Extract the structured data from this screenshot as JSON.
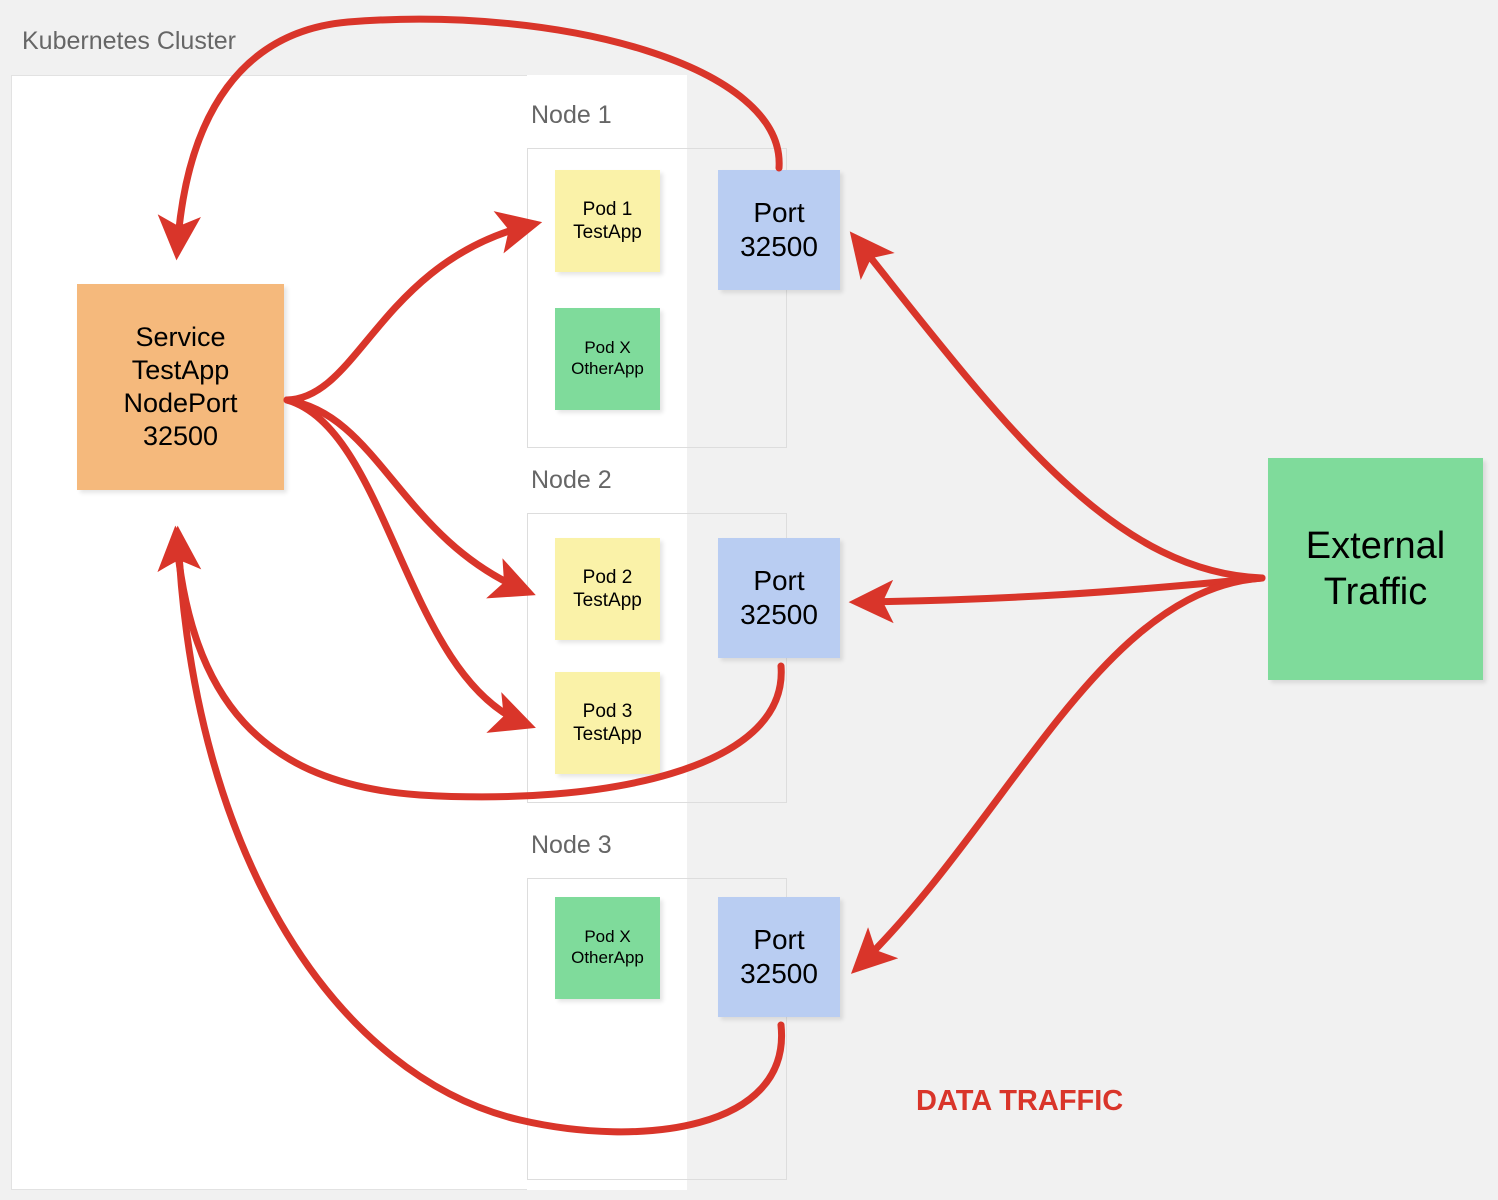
{
  "diagram": {
    "title": "Kubernetes Cluster",
    "accent_color": "#d9352a",
    "legend_label": "DATA TRAFFIC",
    "colors": {
      "service": "#f5b97c",
      "pod_app": "#faf2a8",
      "pod_other": "#7fdb9b",
      "port": "#b9cdf2",
      "external": "#7fdb9b",
      "arrow": "#d9352a",
      "background": "#f1f1f1",
      "cluster_fill": "#ffffff",
      "label_text": "#666666"
    }
  },
  "service": {
    "name": "service-box",
    "lines": [
      "Service",
      "TestApp",
      "NodePort",
      "32500"
    ]
  },
  "nodes": [
    {
      "label": "Node 1",
      "pods": [
        {
          "lines": [
            "Pod 1",
            "TestApp"
          ],
          "kind": "app"
        },
        {
          "lines": [
            "Pod X",
            "OtherApp"
          ],
          "kind": "other"
        }
      ],
      "port": {
        "lines": [
          "Port",
          "32500"
        ]
      }
    },
    {
      "label": "Node 2",
      "pods": [
        {
          "lines": [
            "Pod 2",
            "TestApp"
          ],
          "kind": "app"
        },
        {
          "lines": [
            "Pod 3",
            "TestApp"
          ],
          "kind": "app"
        }
      ],
      "port": {
        "lines": [
          "Port",
          "32500"
        ]
      }
    },
    {
      "label": "Node 3",
      "pods": [
        {
          "lines": [
            "Pod X",
            "OtherApp"
          ],
          "kind": "other"
        }
      ],
      "port": {
        "lines": [
          "Port",
          "32500"
        ]
      }
    }
  ],
  "external": {
    "lines": [
      "External",
      "Traffic"
    ]
  }
}
